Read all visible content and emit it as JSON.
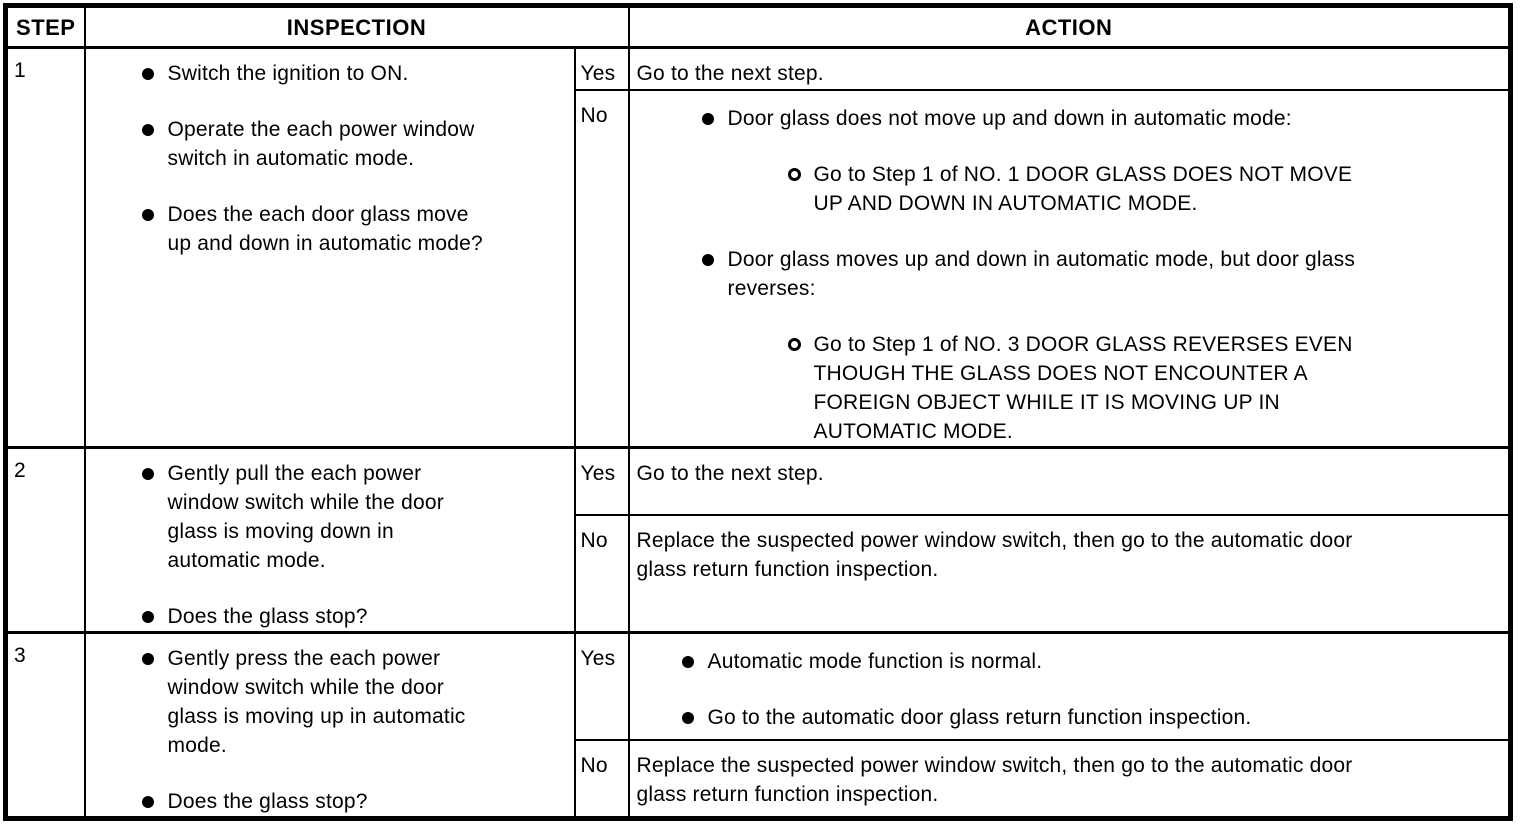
{
  "colors": {
    "border": "#000000",
    "text": "#000000",
    "background": "#ffffff"
  },
  "header": {
    "step": "STEP",
    "inspection": "INSPECTION",
    "action": "ACTION"
  },
  "rows": [
    {
      "step": "1",
      "inspection": {
        "items": [
          {
            "text": "Switch the ignition to ON."
          },
          {
            "text": "Operate the each power window\nswitch in automatic mode."
          },
          {
            "text": "Does the each door glass move\nup and down in automatic mode?"
          }
        ]
      },
      "yes": {
        "label": "Yes",
        "text": "Go to the next step."
      },
      "no": {
        "label": "No",
        "items": [
          {
            "level": 1,
            "text": "Door glass does not move up and down in automatic mode:"
          },
          {
            "level": 2,
            "text": "Go to Step 1 of NO. 1 DOOR GLASS DOES NOT MOVE\nUP AND DOWN IN AUTOMATIC MODE."
          },
          {
            "level": 1,
            "text": "Door glass moves up and down in automatic mode, but door glass\nreverses:"
          },
          {
            "level": 2,
            "text": "Go to Step 1 of NO. 3 DOOR GLASS REVERSES EVEN\nTHOUGH THE GLASS DOES NOT ENCOUNTER A\nFOREIGN OBJECT WHILE IT IS MOVING UP IN\nAUTOMATIC MODE."
          }
        ]
      }
    },
    {
      "step": "2",
      "inspection": {
        "items": [
          {
            "text": "Gently pull the each power\nwindow switch while the door\nglass is moving down in\nautomatic mode."
          },
          {
            "text": "Does the glass stop?"
          }
        ]
      },
      "yes": {
        "label": "Yes",
        "text": "Go to the next step."
      },
      "no": {
        "label": "No",
        "text": "Replace the suspected power window switch, then go to the automatic door\nglass return function inspection."
      }
    },
    {
      "step": "3",
      "inspection": {
        "items": [
          {
            "text": "Gently press the each power\nwindow switch while the door\nglass is moving up in automatic\nmode."
          },
          {
            "text": "Does the glass stop?"
          }
        ]
      },
      "yes": {
        "label": "Yes",
        "items": [
          {
            "level": 1,
            "text": "Automatic mode function is normal."
          },
          {
            "level": 1,
            "text": "Go to the automatic door glass return function inspection."
          }
        ]
      },
      "no": {
        "label": "No",
        "text": "Replace the suspected power window switch, then go to the automatic door\nglass return function inspection."
      }
    }
  ]
}
